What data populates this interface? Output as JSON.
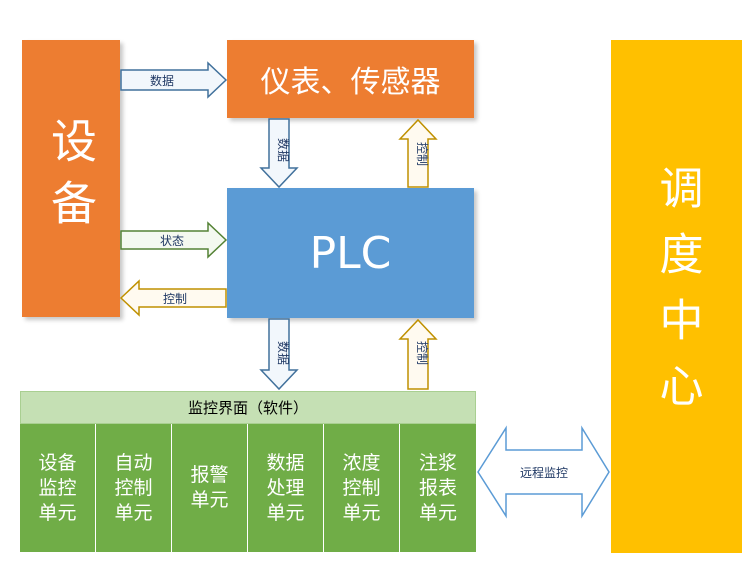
{
  "colors": {
    "orange": "#ed7d31",
    "blue": "#5b9bd5",
    "yellow": "#ffc000",
    "green": "#70ad47",
    "light_green": "#c5e0b4",
    "arrow_blue_stroke": "#41719c",
    "arrow_green_stroke": "#548235",
    "arrow_gold_stroke": "#bf9000"
  },
  "nodes": {
    "equipment": "设备",
    "sensors": "仪表、传感器",
    "plc": "PLC",
    "dispatch": "调度中心"
  },
  "panel": {
    "title": "监控界面（软件）",
    "units": [
      "设备监控单元",
      "自动控制单元",
      "报警单元",
      "数据处理单元",
      "浓度控制单元",
      "注浆报表单元"
    ]
  },
  "arrows": {
    "equip_to_sensor": "数据",
    "sensor_to_plc": "数据",
    "plc_to_sensor": "控制",
    "equip_to_plc": "状态",
    "plc_to_equip": "控制",
    "plc_to_panel": "数据",
    "panel_to_plc": "控制",
    "remote": "远程监控"
  }
}
